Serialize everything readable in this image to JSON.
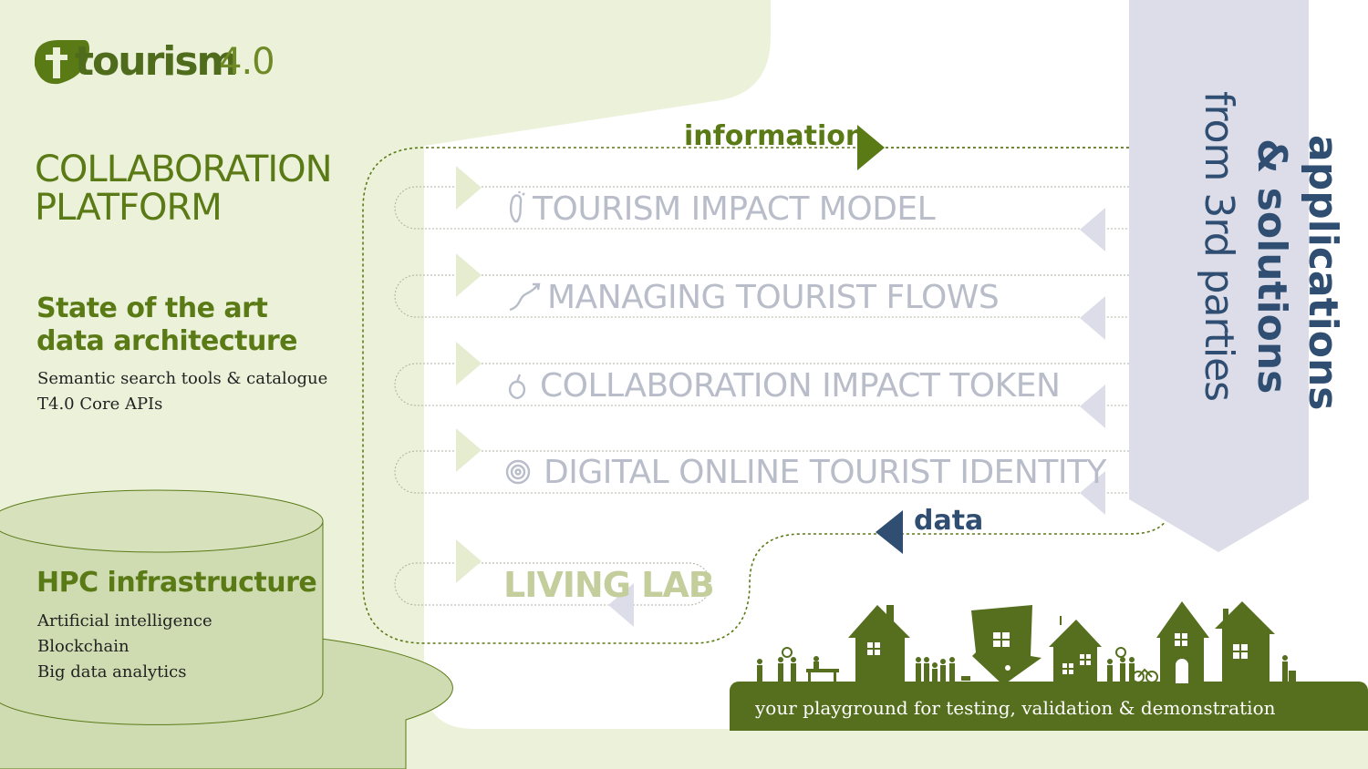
{
  "logo": {
    "word": "tourism",
    "version": "4.0"
  },
  "platform": {
    "line1": "COLLABORATION",
    "line2": "PLATFORM"
  },
  "architecture": {
    "title_line1": "State of the art",
    "title_line2": "data architecture",
    "items": [
      "Semantic search tools & catalogue",
      "T4.0 Core APIs"
    ]
  },
  "hpc": {
    "title": "HPC infrastructure",
    "items": [
      "Artificial intelligence",
      "Blockchain",
      "Big data analytics"
    ]
  },
  "flow": {
    "information": "information",
    "data": "data"
  },
  "rows": [
    {
      "title": "TOURISM IMPACT MODEL",
      "icon": "footprint-icon"
    },
    {
      "title": "MANAGING TOURIST FLOWS",
      "icon": "path-arrow-icon"
    },
    {
      "title": "COLLABORATION IMPACT TOKEN",
      "icon": "apple-icon"
    },
    {
      "title": "DIGITAL ONLINE TOURIST IDENTITY",
      "icon": "fingerprint-icon"
    }
  ],
  "living_lab": "LIVING LAB",
  "apps": {
    "line1": "applications",
    "line2": "& solutions",
    "line3": "from 3rd parties"
  },
  "playground": "your playground for testing, validation & demonstration",
  "colors": {
    "olive": "#5a7a16",
    "olive_dark": "#556f1e",
    "light_green": "#ecf1da",
    "cylinder": "#cfdcb2",
    "lavender": "#dcdde8",
    "navy": "#2f4e72",
    "row_text": "#b8bdc9"
  }
}
